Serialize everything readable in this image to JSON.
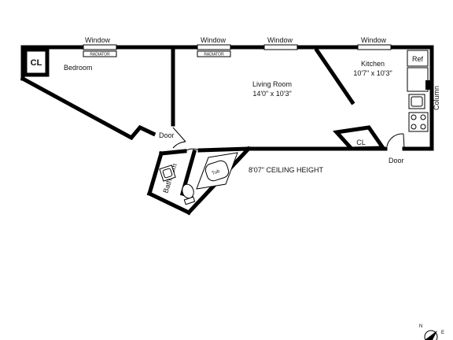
{
  "rooms": {
    "bedroom": "Bedroom",
    "living_room": "Living Room",
    "living_room_size": "14'0\" x 10'3\"",
    "kitchen": "Kitchen",
    "kitchen_size": "10'7\" x 10'3\"",
    "bathroom": "Bathroom"
  },
  "closets": {
    "bedroom_closet": "CL",
    "living_closet": "CL"
  },
  "windows": [
    "Window",
    "Window",
    "Window",
    "Window"
  ],
  "radiators": [
    "RADIATOR",
    "RADIATOR"
  ],
  "doors": {
    "bedroom_door": "Door",
    "entry_door": "Door"
  },
  "fixtures": {
    "refrigerator": "Ref",
    "tub": "Tub",
    "column": "Column"
  },
  "notes": {
    "ceiling_height": "8'07\" CEILING HEIGHT"
  },
  "compass": {
    "north": "N",
    "east": "E"
  }
}
